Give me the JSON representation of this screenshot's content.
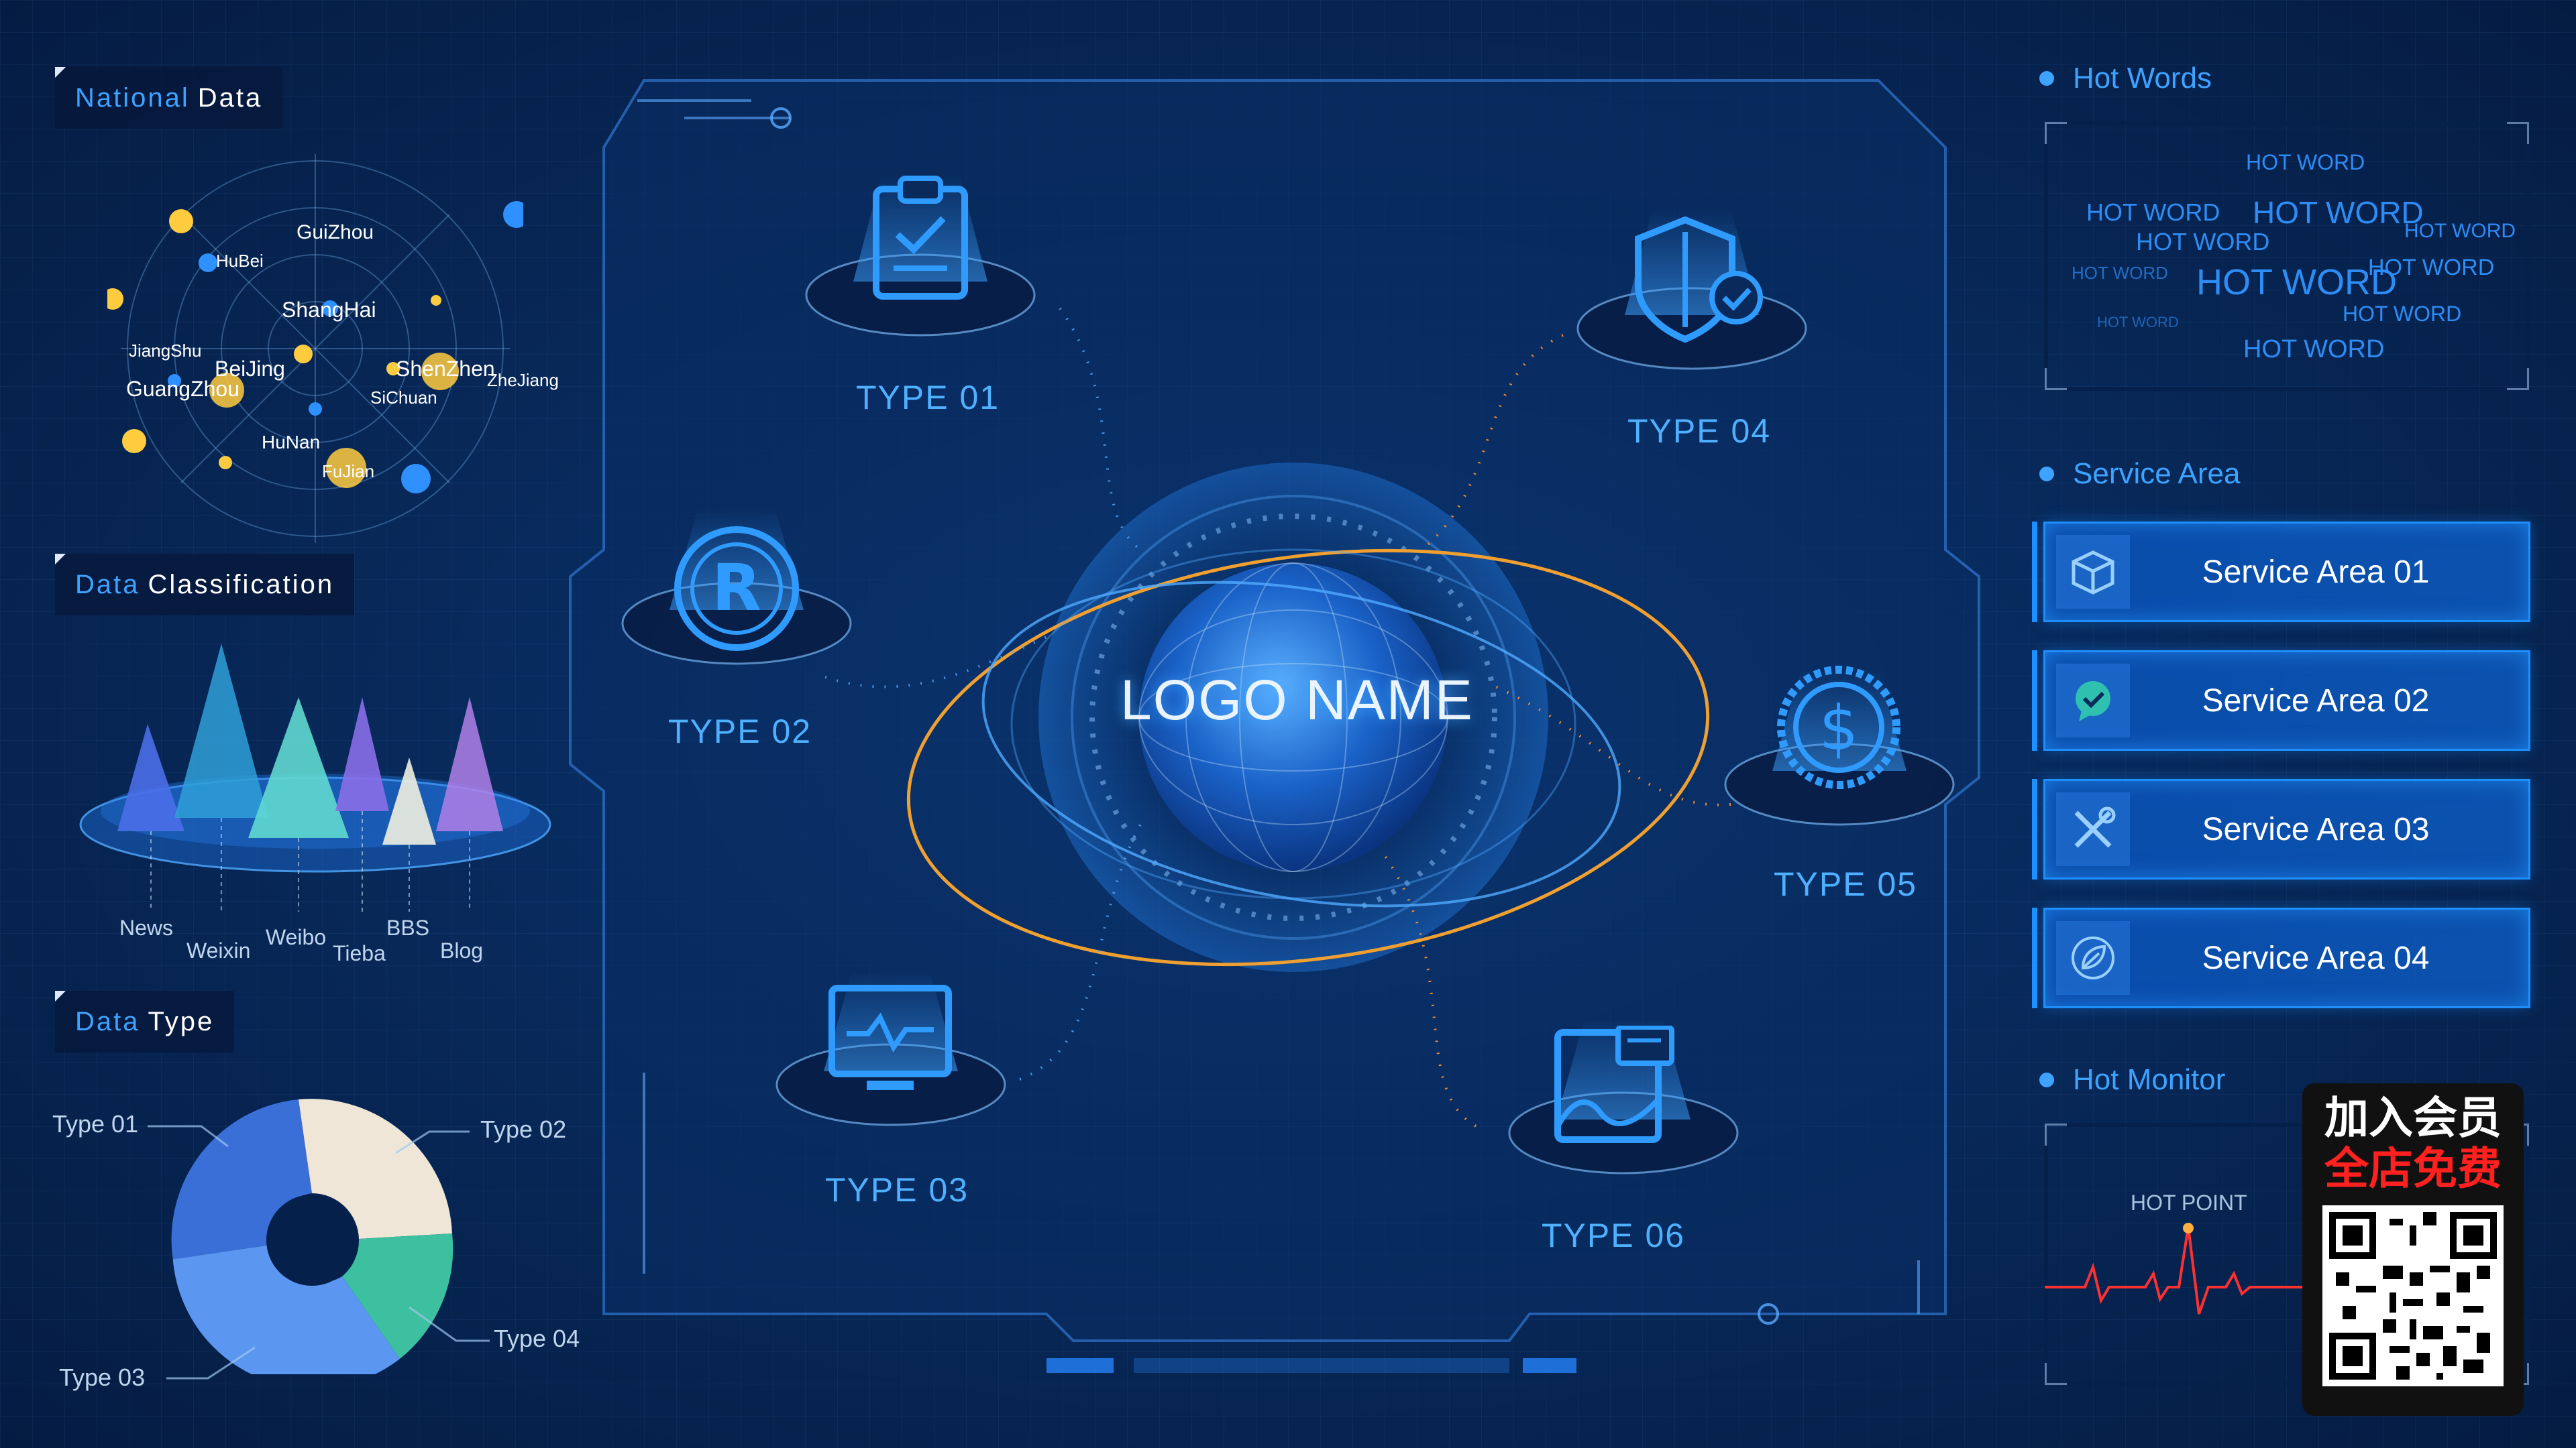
{
  "left": {
    "national": {
      "title_highlight": "National",
      "title_rest": "Data",
      "provinces": [
        "GuiZhou",
        "HuBei",
        "ShangHai",
        "JiangShu",
        "BeiJing",
        "ShenZhen",
        "ZheJiang",
        "GuangZhou",
        "SiChuan",
        "HuNan",
        "FuJian"
      ]
    },
    "classification": {
      "title_highlight": "Data",
      "title_rest": "Classification",
      "categories": [
        "News",
        "Weixin",
        "Weibo",
        "Tieba",
        "BBS",
        "Blog"
      ]
    },
    "data_type": {
      "title_highlight": "Data",
      "title_rest": "Type",
      "slices": [
        {
          "label": "Type 01",
          "color": "#3a6fd8"
        },
        {
          "label": "Type 02",
          "color": "#efe6d8"
        },
        {
          "label": "Type 04",
          "color": "#3cc0a0"
        },
        {
          "label": "Type 03",
          "color": "#5b96f0"
        }
      ]
    }
  },
  "center": {
    "logo": "LOGO NAME",
    "types": [
      "TYPE 01",
      "TYPE 02",
      "TYPE 03",
      "TYPE 04",
      "TYPE 05",
      "TYPE 06"
    ],
    "icons": [
      "clipboard-check-icon",
      "registered-icon",
      "monitor-pulse-icon",
      "shield-check-icon",
      "dollar-coin-icon",
      "chart-chat-icon"
    ]
  },
  "right": {
    "hot_words": {
      "title": "Hot Words",
      "word": "HOT WORD"
    },
    "service_area": {
      "title": "Service Area",
      "items": [
        "Service Area 01",
        "Service Area 02",
        "Service Area 03",
        "Service Area 04"
      ],
      "icons": [
        "cube-icon",
        "chat-check-icon",
        "tools-icon",
        "leaf-icon"
      ]
    },
    "hot_monitor": {
      "title": "Hot Monitor",
      "point_label": "HOT POINT"
    }
  },
  "promo": {
    "line1": "加入会员",
    "line2": "全店免费"
  },
  "colors": {
    "accent": "#3ea2ff",
    "orange": "#f0a030",
    "pulse": "#ff3030"
  }
}
